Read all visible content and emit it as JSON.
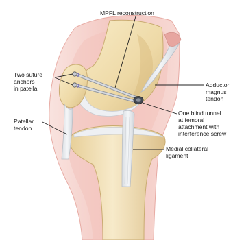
{
  "labels": {
    "mpfl": "MPFL reconstruction",
    "suture_anchors": "Two suture\nanchors\nin patella",
    "adductor": "Adductor\nmagnus\ntendon",
    "blind_tunnel": "One blind tunnel\nat femoral\nattachment with\ninterference screw",
    "patellar_tendon": "Patellar\ntendon",
    "mcl": "Medial collateral\nligament"
  },
  "colors": {
    "skin": "#f6d4cf",
    "skin_edge": "#e7aaa3",
    "bone": "#f1dfb2",
    "bone_shadow": "#d9bf84",
    "cartilage": "#eef0f3",
    "tendon": "#e9ecef",
    "graft": "#c9ccd3",
    "screw": "#444a55"
  }
}
